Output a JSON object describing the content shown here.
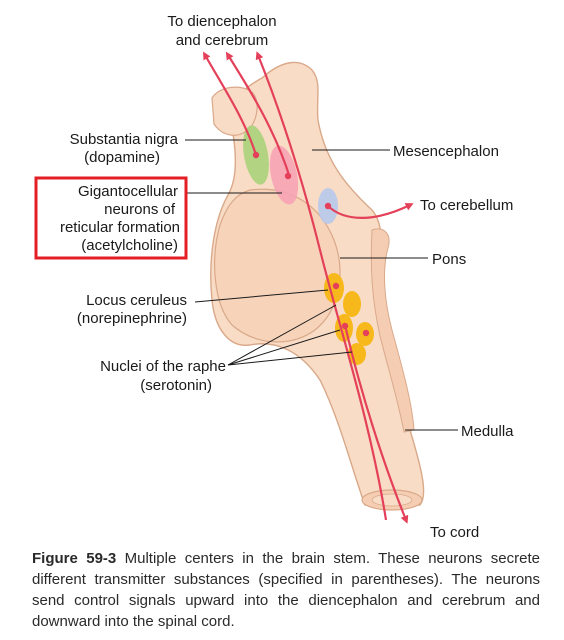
{
  "labels": {
    "top_1": "To diencephalon",
    "top_2": "and cerebrum",
    "sn_1": "Substantia nigra",
    "sn_2": "(dopamine)",
    "gig_1": "Gigantocellular",
    "gig_2": "neurons of",
    "gig_3": "reticular formation",
    "gig_4": "(acetylcholine)",
    "lc_1": "Locus ceruleus",
    "lc_2": "(norepinephrine)",
    "raphe_1": "Nuclei of the raphe",
    "raphe_2": "(serotonin)",
    "mesencephalon": "Mesencephalon",
    "cerebellum": "To cerebellum",
    "pons": "Pons",
    "medulla": "Medulla",
    "cord": "To cord"
  },
  "caption": {
    "figure_number": "Figure 59-3",
    "text": " Multiple centers in the brain stem. These neurons secrete different transmitter substances (specified in parentheses). The neurons send control signals upward into the diencephalon and cerebrum and downward into the spinal cord."
  },
  "colors": {
    "tissue": "#f9dcc6",
    "tissue_outline": "#d9a98a",
    "arrow": "#e4405a",
    "substantia_nigra": "#a8d27a",
    "gigantocellular": "#f6a3b4",
    "reticular_blue": "#b9c8ea",
    "raphe_yellow": "#f7b81b",
    "highlight_box": "#e31e24"
  }
}
